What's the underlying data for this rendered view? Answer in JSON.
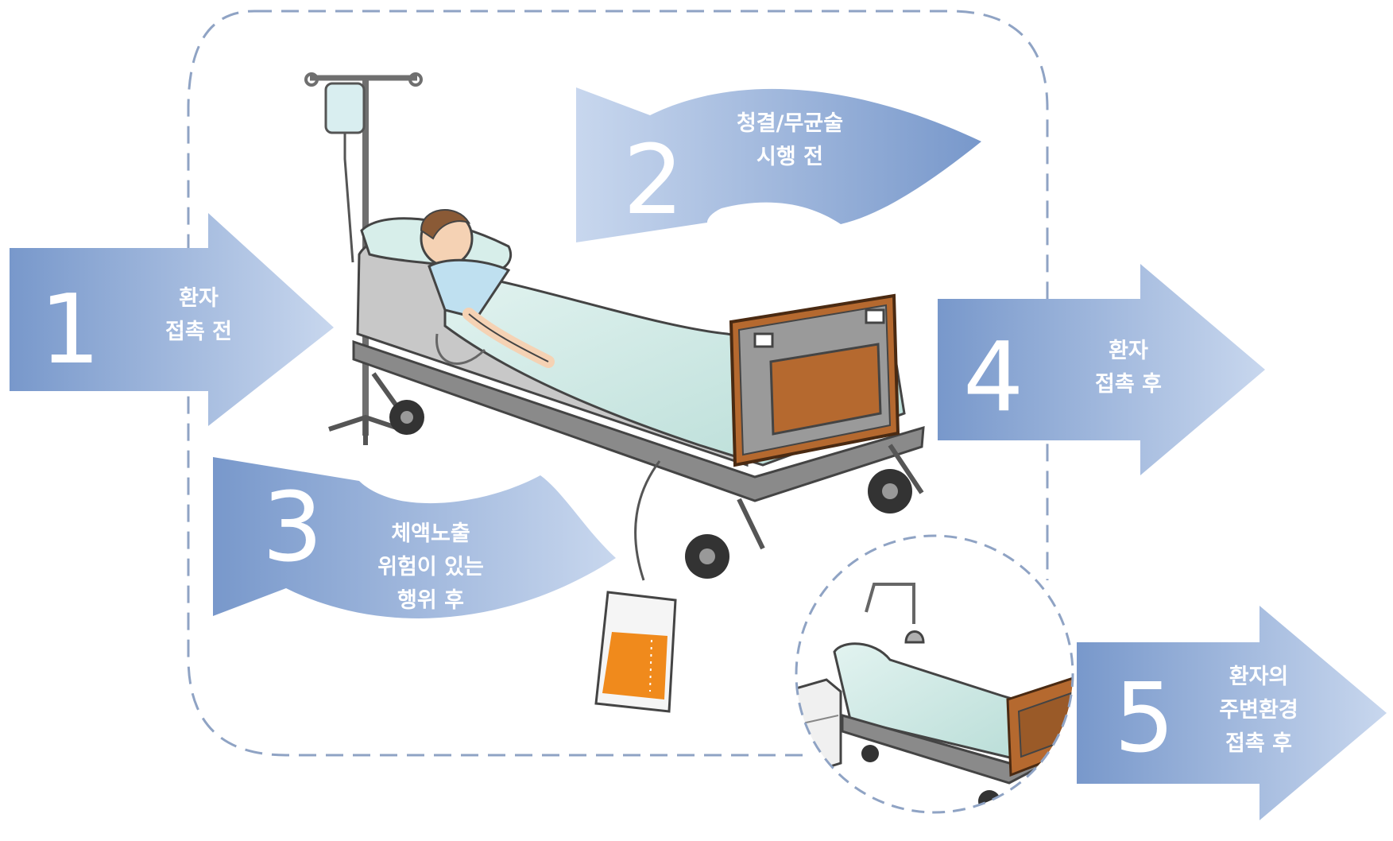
{
  "colors": {
    "arrow_light": "#c9d8ee",
    "arrow_dark": "#6f93c7",
    "dash": "#8fa3c4",
    "sheet": "#cde8e4",
    "frame_wood": "#b5692f",
    "fluid": "#f08a1c"
  },
  "steps": [
    {
      "number": "1",
      "lines": [
        "환자",
        "접촉 전"
      ]
    },
    {
      "number": "2",
      "lines": [
        "청결/무균술",
        "시행 전"
      ]
    },
    {
      "number": "3",
      "lines": [
        "체액노출",
        "위험이 있는",
        "행위 후"
      ]
    },
    {
      "number": "4",
      "lines": [
        "환자",
        "접촉 후"
      ]
    },
    {
      "number": "5",
      "lines": [
        "환자의",
        "주변환경",
        "접촉 후"
      ]
    }
  ],
  "icons": [
    "patient-bed-illustration",
    "iv-pole-icon",
    "urine-bag-icon",
    "empty-bed-illustration",
    "bedside-cabinet-icon",
    "lamp-icon"
  ]
}
